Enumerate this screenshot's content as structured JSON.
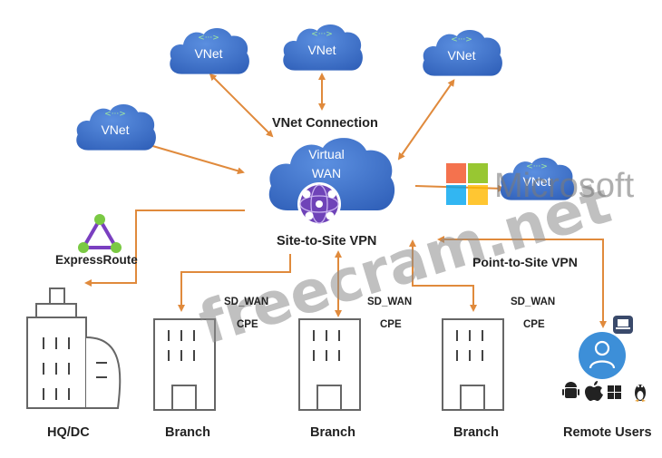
{
  "vnets": [
    {
      "label": "VNet"
    },
    {
      "label": "VNet"
    },
    {
      "label": "VNet"
    },
    {
      "label": "VNet"
    },
    {
      "label": "VNet"
    }
  ],
  "hub": {
    "line1": "Virtual",
    "line2": "WAN"
  },
  "labels": {
    "vnet_connection": "VNet Connection",
    "site_to_site": "Site-to-Site VPN",
    "point_to_site": "Point-to-Site VPN",
    "expressroute": "ExpressRoute",
    "sdwan_1": "SD_WAN",
    "cpe_1": "CPE",
    "sdwan_2": "SD_WAN",
    "cpe_2": "CPE",
    "sdwan_3": "SD_WAN",
    "cpe_3": "CPE"
  },
  "sites": {
    "hq": "HQ/DC",
    "branch_1": "Branch",
    "branch_2": "Branch",
    "branch_3": "Branch",
    "remote": "Remote Users"
  },
  "watermark": {
    "text": "freecram.net",
    "brand": "Microsoft"
  },
  "colors": {
    "cloud": "#3a6fc9",
    "arrow": "#e08a3c",
    "building": "#666666",
    "user": "#3d8fd8"
  }
}
